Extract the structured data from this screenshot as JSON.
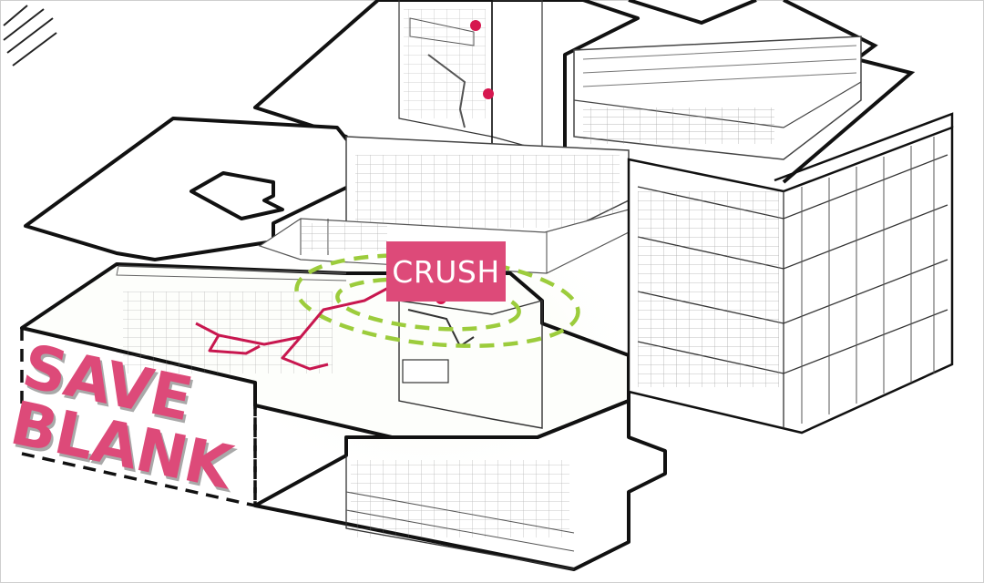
{
  "labels": {
    "crush": "CRUSH",
    "save": "SAVE",
    "blank": "BLANK"
  },
  "colors": {
    "accent_pink": "#dd4a79",
    "route_red": "#c8174f",
    "highlight_green": "#9ccc3c",
    "line_black": "#111111"
  }
}
